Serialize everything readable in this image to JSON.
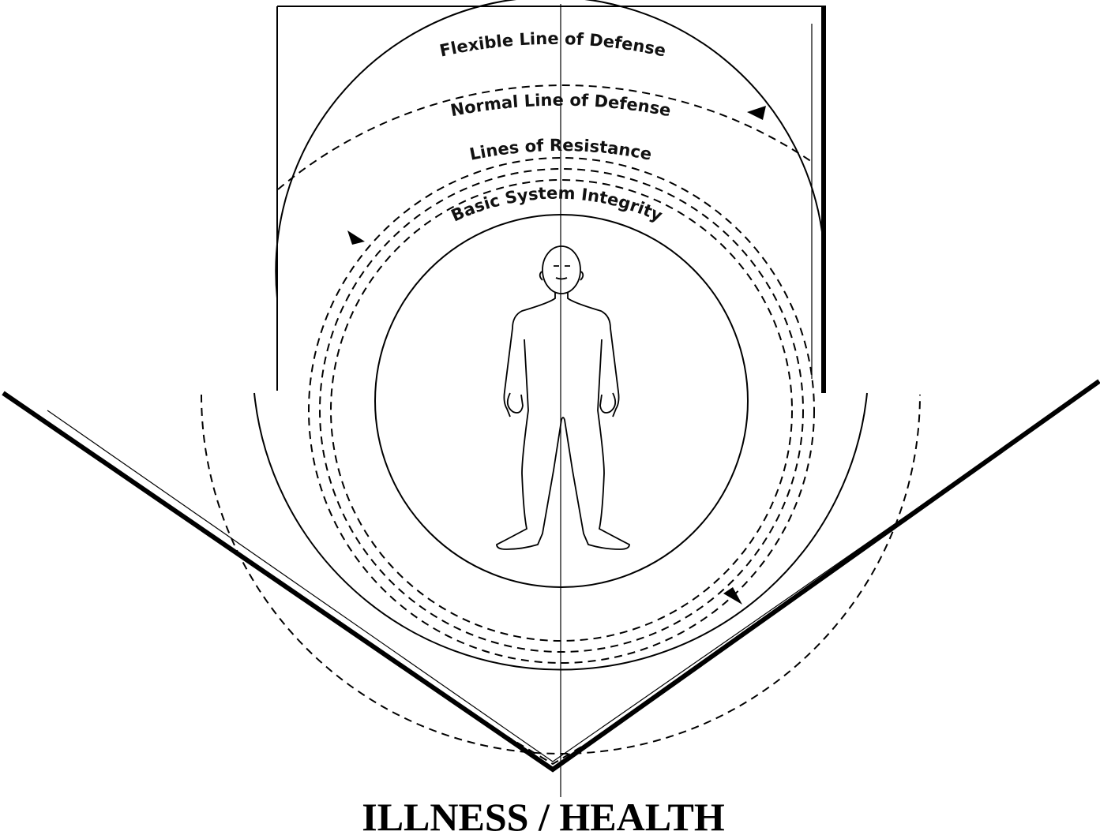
{
  "labels": {
    "flexible_line": "Flexible Line of Defense",
    "normal_line": "Normal Line of Defense",
    "lines_of_resistance": "Lines of Resistance",
    "basic_system": "Basic System Integrity"
  },
  "caption": "ILLNESS / HEALTH",
  "colors": {
    "ink": "#000000",
    "background": "#ffffff"
  }
}
